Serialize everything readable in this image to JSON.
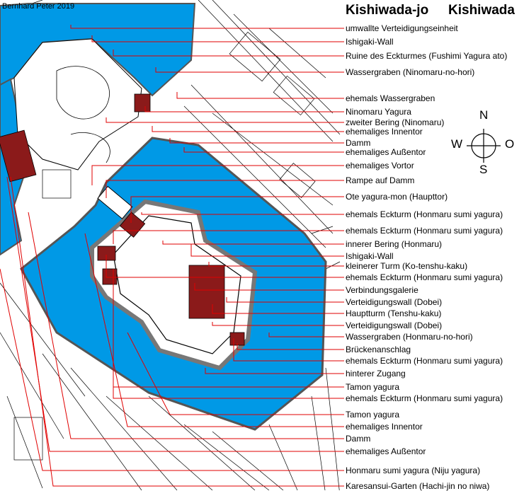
{
  "credit": "Bernhard Peter 2019",
  "title": "Kishiwada-jo",
  "subtitle": "Kishiwada",
  "compass": {
    "n": "N",
    "s": "S",
    "w": "W",
    "e": "O"
  },
  "colors": {
    "water": "#0099e6",
    "building": "#8b1a1a",
    "leader": "#e00000",
    "wall": "#888888"
  },
  "labels": [
    "umwallte Verteidigungseinheit",
    "Ishigaki-Wall",
    "Ruine des Eckturmes (Fushimi Yagura ato)",
    "Wassergraben (Ninomaru-no-hori)",
    "ehemals Wassergraben",
    "Ninomaru Yagura",
    "zweiter Bering (Ninomaru)",
    "ehemaliges Innentor",
    "Damm",
    "ehemaliges Außentor",
    "ehemaliges Vortor",
    "Rampe auf Damm",
    "Ote yagura-mon (Haupttor)",
    "ehemals Eckturm (Honmaru sumi yagura)",
    "ehemals Eckturm (Honmaru sumi yagura)",
    "innerer Bering (Honmaru)",
    "Ishigaki-Wall",
    "kleinerer Turm (Ko-tenshu-kaku)",
    "ehemals Eckturm (Honmaru sumi yagura)",
    "Verbindungsgalerie",
    "Verteidigungswall (Dobei)",
    "Hauptturm (Tenshu-kaku)",
    "Verteidigungswall (Dobei)",
    "Wassergraben (Honmaru-no-hori)",
    "Brückenanschlag",
    "ehemals Eckturm (Honmaru sumi yagura)",
    "hinterer Zugang",
    "Tamon yagura",
    "ehemals Eckturm (Honmaru sumi yagura)",
    "Tamon yagura",
    "ehemaliges Innentor",
    "Damm",
    "ehemaliges Außentor",
    "Honmaru sumi yagura (Niju yagura)",
    "Karesansui-Garten (Hachi-jin no niwa)"
  ]
}
